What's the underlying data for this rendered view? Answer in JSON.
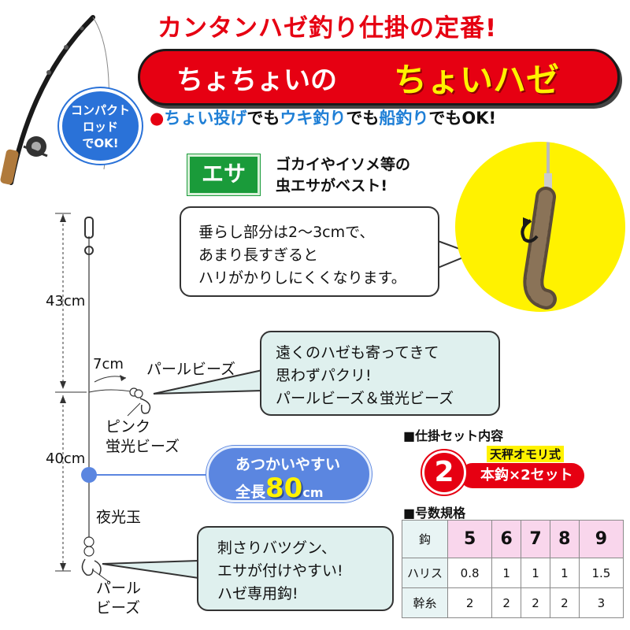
{
  "header": {
    "headline": "カンタンハゼ釣り仕掛の定番!",
    "banner_white": "ちょちょいの",
    "banner_yellow": "ちょいハゼ",
    "usage_dot": "●",
    "usage": [
      "ちょい投げ",
      "でも",
      "ウキ釣り",
      "でも",
      "船釣り",
      "でもOK!"
    ]
  },
  "badge": {
    "lines": [
      "コンパクト",
      "ロッド",
      "でOK!"
    ]
  },
  "bait": {
    "tag": "エサ",
    "desc_line1": "ゴカイやイソメ等の",
    "desc_line2": "虫エサがベスト!"
  },
  "bubble_drop": [
    "垂らし部分は2～3cmで、",
    "あまり長すぎると",
    "ハリがかりしにくくなります。"
  ],
  "bubble_pearl": [
    "遠くのハゼも寄ってきて",
    "思わずパクリ!",
    "パールビーズ＆蛍光ビーズ"
  ],
  "bubble_hook": [
    "刺さりバツグン、",
    "エサが付けやすい!",
    "ハゼ専用鈎!"
  ],
  "diagram": {
    "len_upper": "43cm",
    "len_lower": "40cm",
    "len_branch": "7cm",
    "pearl_top": "パールビーズ",
    "pink_line1": "ピンク",
    "pink_line2": "蛍光ビーズ",
    "glow_bead": "夜光玉",
    "pearl_bottom_line1": "パール",
    "pearl_bottom_line2": "ビーズ"
  },
  "easy_badge": {
    "line1": "あつかいやすい",
    "prefix": "全長",
    "number": "80",
    "unit": "cm"
  },
  "set": {
    "title": "■仕掛セット内容",
    "type": "天秤オモリ式",
    "count": "2",
    "desc": "本鈎×2セット"
  },
  "spec": {
    "title": "■号数規格",
    "corner": "鈎",
    "sizes": [
      "5",
      "6",
      "7",
      "8",
      "9"
    ],
    "rows": [
      {
        "label": "ハリス",
        "values": [
          "0.8",
          "1",
          "1",
          "1",
          "1.5"
        ]
      },
      {
        "label": "幹糸",
        "values": [
          "2",
          "2",
          "2",
          "2",
          "3"
        ]
      }
    ]
  },
  "colors": {
    "red": "#e60012",
    "yellow": "#fff200",
    "blue": "#2a72d8",
    "green": "#1a9b3a",
    "bubble_tint": "#dff0ee",
    "table_pink": "#f9d6ec"
  },
  "icons": [
    "fishing-rod-icon",
    "worm-on-hook-icon",
    "swivel-icon",
    "hook-icon",
    "bead-icon"
  ]
}
